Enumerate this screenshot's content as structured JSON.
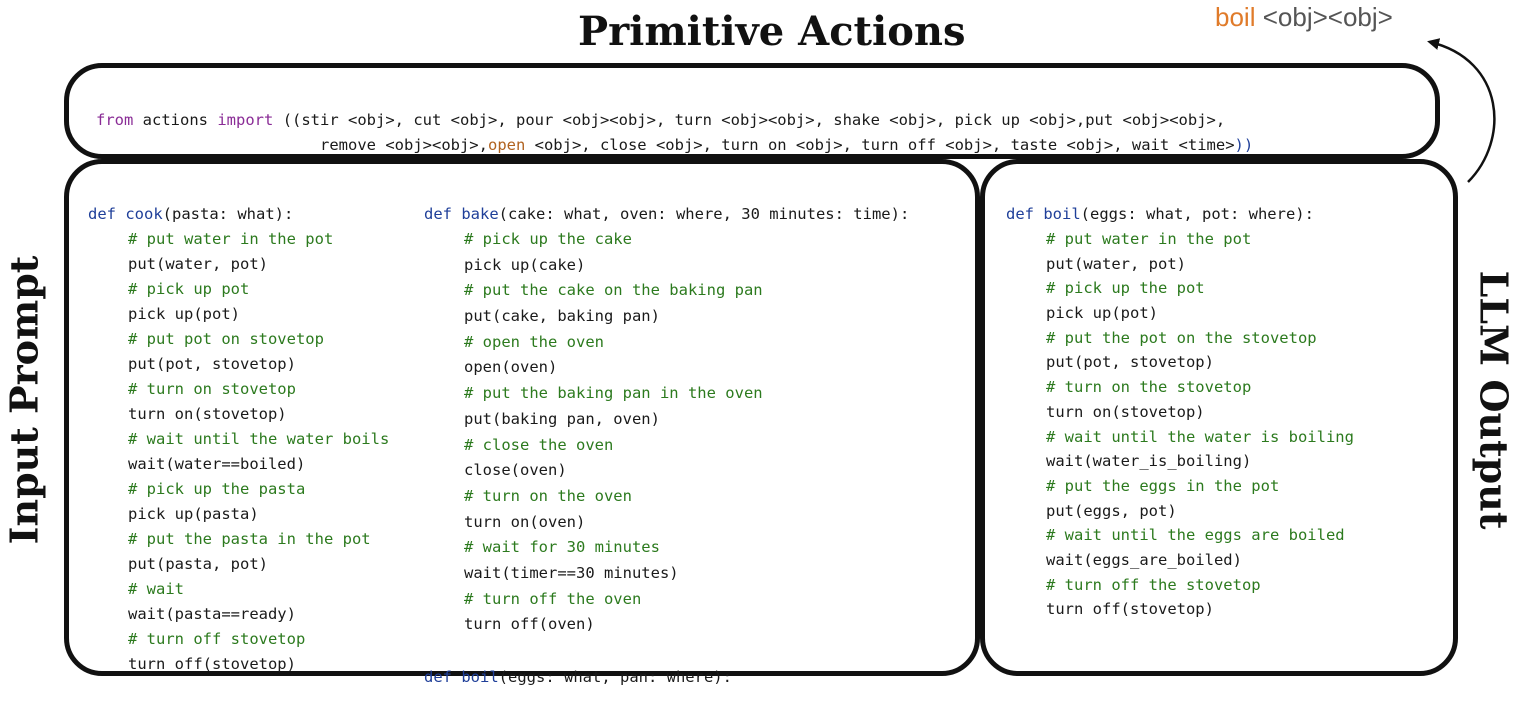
{
  "titles": {
    "primitive": "Primitive Actions",
    "input": "Input Prompt",
    "llm": "LLM Output"
  },
  "boil_signature": {
    "name": "boil",
    "args": "<obj><obj>"
  },
  "imports": {
    "line1": [
      "from",
      "actions",
      "import",
      "((stir <obj>, cut <obj>, pour <obj><obj>, turn <obj><obj>, shake <obj>, pick up <obj>,put <obj><obj>,"
    ],
    "line2_a": "remove <obj><obj>,",
    "line2_open": "open",
    "line2_b": " <obj>, close <obj>, turn on <obj>, turn off <obj>, taste <obj>, wait <time>",
    "line2_end": "))"
  },
  "cook": {
    "def": "def",
    "name": "cook",
    "params": "(pasta: what):",
    "lines": [
      {
        "t": "# put water in the pot",
        "c": true
      },
      {
        "t": "put(water, pot)",
        "c": false
      },
      {
        "t": "# pick up pot",
        "c": true
      },
      {
        "t": "pick up(pot)",
        "c": false
      },
      {
        "t": "# put pot on stovetop",
        "c": true
      },
      {
        "t": "put(pot, stovetop)",
        "c": false
      },
      {
        "t": "# turn on stovetop",
        "c": true
      },
      {
        "t": "turn on(stovetop)",
        "c": false
      },
      {
        "t": "# wait until the water boils",
        "c": true
      },
      {
        "t": "wait(water==boiled)",
        "c": false
      },
      {
        "t": "# pick up the pasta",
        "c": true
      },
      {
        "t": "pick up(pasta)",
        "c": false
      },
      {
        "t": "# put the pasta in the pot",
        "c": true
      },
      {
        "t": "put(pasta, pot)",
        "c": false
      },
      {
        "t": "# wait",
        "c": true
      },
      {
        "t": "wait(pasta==ready)",
        "c": false
      },
      {
        "t": "# turn off stovetop",
        "c": true
      },
      {
        "t": "turn off(stovetop)",
        "c": false
      }
    ]
  },
  "bake": {
    "def": "def",
    "name": "bake",
    "params": "(cake: what, oven: where, 30 minutes: time):",
    "lines": [
      {
        "t": "# pick up the cake",
        "c": true
      },
      {
        "t": "pick up(cake)",
        "c": false
      },
      {
        "t": "# put the cake on the baking pan",
        "c": true
      },
      {
        "t": "put(cake, baking pan)",
        "c": false
      },
      {
        "t": "# open the oven",
        "c": true
      },
      {
        "t": "open(oven)",
        "c": false
      },
      {
        "t": "# put the baking pan in the oven",
        "c": true
      },
      {
        "t": "put(baking pan, oven)",
        "c": false
      },
      {
        "t": "# close the oven",
        "c": true
      },
      {
        "t": "close(oven)",
        "c": false
      },
      {
        "t": "# turn on the oven",
        "c": true
      },
      {
        "t": "turn on(oven)",
        "c": false
      },
      {
        "t": "# wait for 30 minutes",
        "c": true
      },
      {
        "t": "wait(timer==30 minutes)",
        "c": false
      },
      {
        "t": "# turn off the oven",
        "c": true
      },
      {
        "t": "turn off(oven)",
        "c": false
      }
    ]
  },
  "prompt_boil": {
    "def": "def",
    "name": "boil",
    "params": "(eggs: what, pan: where):"
  },
  "output_boil": {
    "def": "def",
    "name": "boil",
    "params": "(eggs: what, pot: where):",
    "lines": [
      {
        "t": "# put water in the pot",
        "c": true
      },
      {
        "t": "put(water, pot)",
        "c": false
      },
      {
        "t": "# pick up the pot",
        "c": true
      },
      {
        "t": "pick up(pot)",
        "c": false
      },
      {
        "t": "# put the pot on the stovetop",
        "c": true
      },
      {
        "t": "put(pot, stovetop)",
        "c": false
      },
      {
        "t": "# turn on the stovetop",
        "c": true
      },
      {
        "t": "turn on(stovetop)",
        "c": false
      },
      {
        "t": "# wait until the water is boiling",
        "c": true
      },
      {
        "t": "wait(water_is_boiling)",
        "c": false
      },
      {
        "t": "# put the eggs in the pot",
        "c": true
      },
      {
        "t": "put(eggs, pot)",
        "c": false
      },
      {
        "t": "# wait until the eggs are boiled",
        "c": true
      },
      {
        "t": "wait(eggs_are_boiled)",
        "c": false
      },
      {
        "t": "# turn off the stovetop",
        "c": true
      },
      {
        "t": "turn off(stovetop)",
        "c": false
      }
    ]
  }
}
